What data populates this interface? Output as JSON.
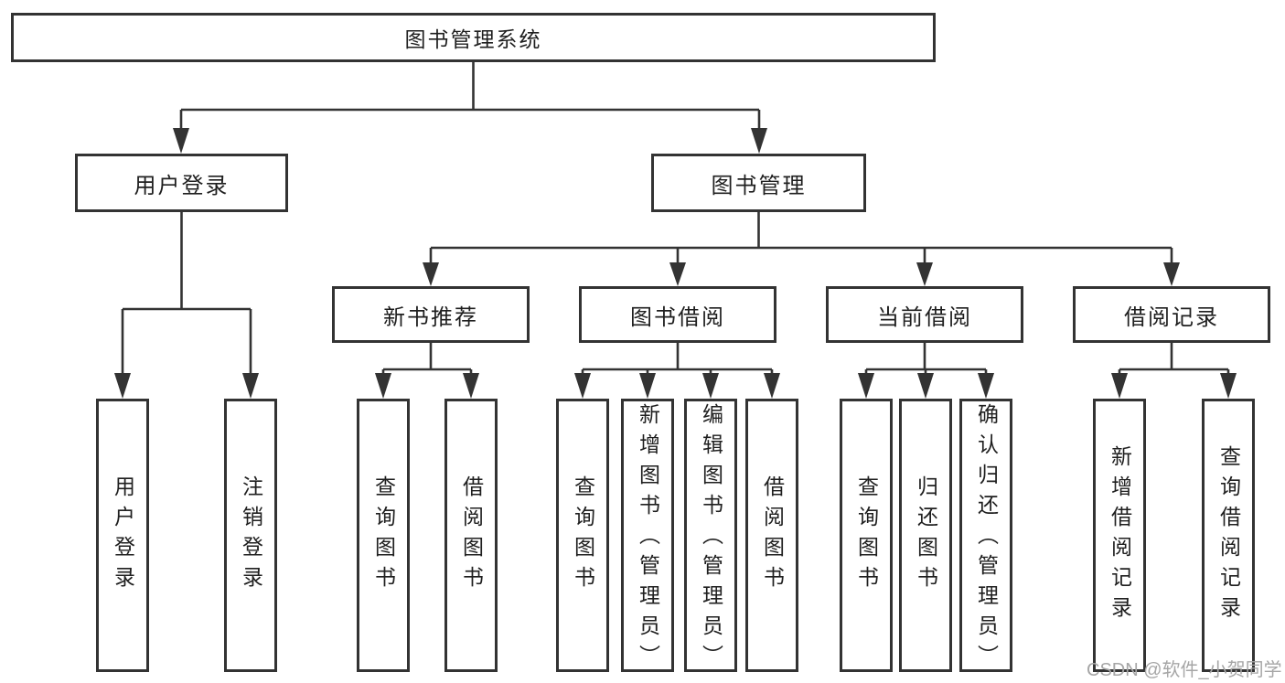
{
  "colors": {
    "line": "#333333",
    "border": "#333333",
    "text": "#1f1f1f",
    "background": "#ffffff",
    "watermark": "#a6a6a6"
  },
  "tree": {
    "root": {
      "label": "图书管理系统",
      "children": [
        {
          "label": "用户登录",
          "children": [
            {
              "label": "用户登录"
            },
            {
              "label": "注销登录"
            }
          ]
        },
        {
          "label": "图书管理",
          "children": [
            {
              "label": "新书推荐",
              "children": [
                {
                  "label": "查询图书"
                },
                {
                  "label": "借阅图书"
                }
              ]
            },
            {
              "label": "图书借阅",
              "children": [
                {
                  "label": "查询图书"
                },
                {
                  "label": "新增图书（管理员）"
                },
                {
                  "label": "编辑图书（管理员）"
                },
                {
                  "label": "借阅图书"
                }
              ]
            },
            {
              "label": "当前借阅",
              "children": [
                {
                  "label": "查询图书"
                },
                {
                  "label": "归还图书"
                },
                {
                  "label": "确认归还（管理员）"
                }
              ]
            },
            {
              "label": "借阅记录",
              "children": [
                {
                  "label": "新增借阅记录"
                },
                {
                  "label": "查询借阅记录"
                }
              ]
            }
          ]
        }
      ]
    }
  },
  "watermark": "CSDN @软件_小贺同学"
}
